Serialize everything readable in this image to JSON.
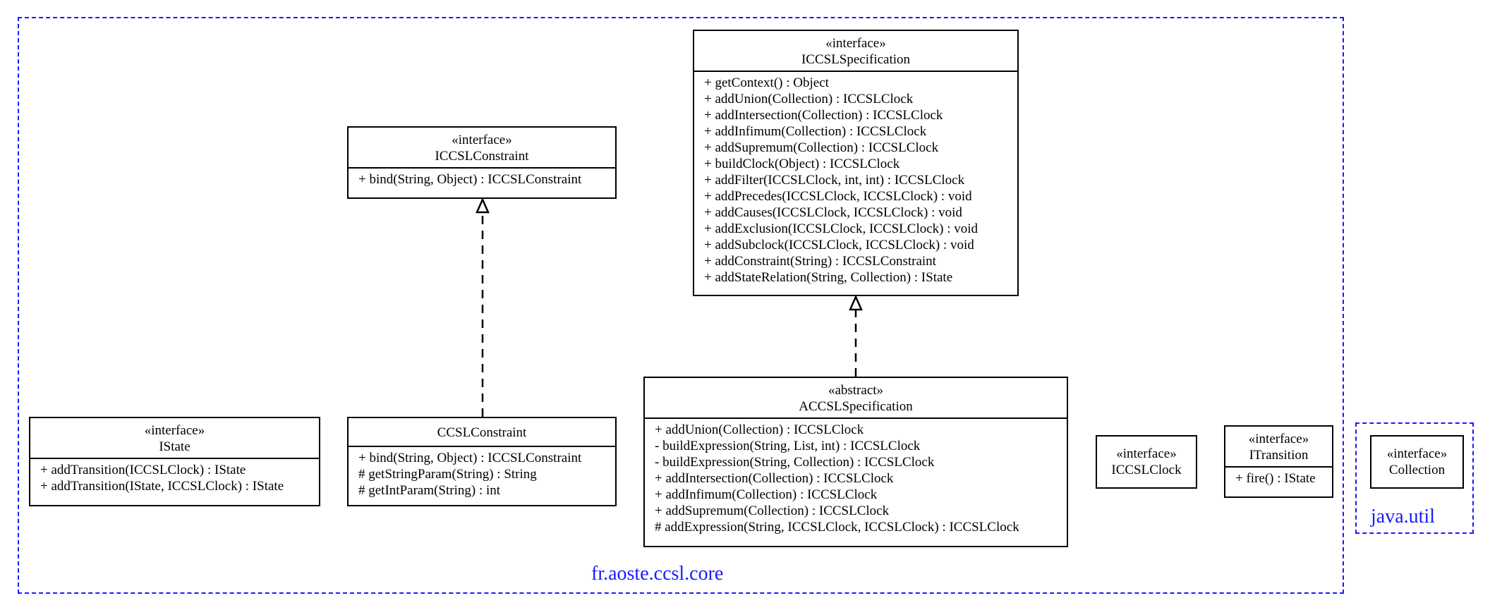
{
  "packages": {
    "core": {
      "name": "fr.aoste.ccsl.core"
    },
    "util": {
      "name": "java.util"
    }
  },
  "colors": {
    "package_border": "#1a1aff",
    "class_border": "#000000"
  },
  "classes": {
    "ispec": {
      "stereotype": "«interface»",
      "name": "ICCSLSpecification",
      "members": [
        "+ getContext() : Object",
        "+ addUnion(Collection) : ICCSLClock",
        "+ addIntersection(Collection) : ICCSLClock",
        "+ addInfimum(Collection) : ICCSLClock",
        "+ addSupremum(Collection) : ICCSLClock",
        "+ buildClock(Object) : ICCSLClock",
        "+ addFilter(ICCSLClock, int, int) : ICCSLClock",
        "+ addPrecedes(ICCSLClock, ICCSLClock) : void",
        "+ addCauses(ICCSLClock, ICCSLClock) : void",
        "+ addExclusion(ICCSLClock, ICCSLClock) : void",
        "+ addSubclock(ICCSLClock, ICCSLClock) : void",
        "+ addConstraint(String) : ICCSLConstraint",
        "+ addStateRelation(String, Collection) : IState"
      ]
    },
    "iconstraint": {
      "stereotype": "«interface»",
      "name": "ICCSLConstraint",
      "members": [
        "+ bind(String, Object) : ICCSLConstraint"
      ]
    },
    "istate": {
      "stereotype": "«interface»",
      "name": "IState",
      "members": [
        "+ addTransition(ICCSLClock) : IState",
        "+ addTransition(IState, ICCSLClock) : IState"
      ]
    },
    "constraint": {
      "name": "CCSLConstraint",
      "members": [
        "+ bind(String, Object) : ICCSLConstraint",
        "# getStringParam(String) : String",
        "# getIntParam(String) : int"
      ]
    },
    "aspec": {
      "stereotype": "«abstract»",
      "name": "ACCSLSpecification",
      "members": [
        "+ addUnion(Collection) : ICCSLClock",
        "- buildExpression(String, List, int) : ICCSLClock",
        "- buildExpression(String, Collection) : ICCSLClock",
        "+ addIntersection(Collection) : ICCSLClock",
        "+ addInfimum(Collection) : ICCSLClock",
        "+ addSupremum(Collection) : ICCSLClock",
        "# addExpression(String, ICCSLClock, ICCSLClock) : ICCSLClock"
      ]
    },
    "iclock": {
      "stereotype": "«interface»",
      "name": "ICCSLClock"
    },
    "itransition": {
      "stereotype": "«interface»",
      "name": "ITransition",
      "members": [
        "+ fire() : IState"
      ]
    },
    "collection": {
      "stereotype": "«interface»",
      "name": "Collection"
    }
  }
}
